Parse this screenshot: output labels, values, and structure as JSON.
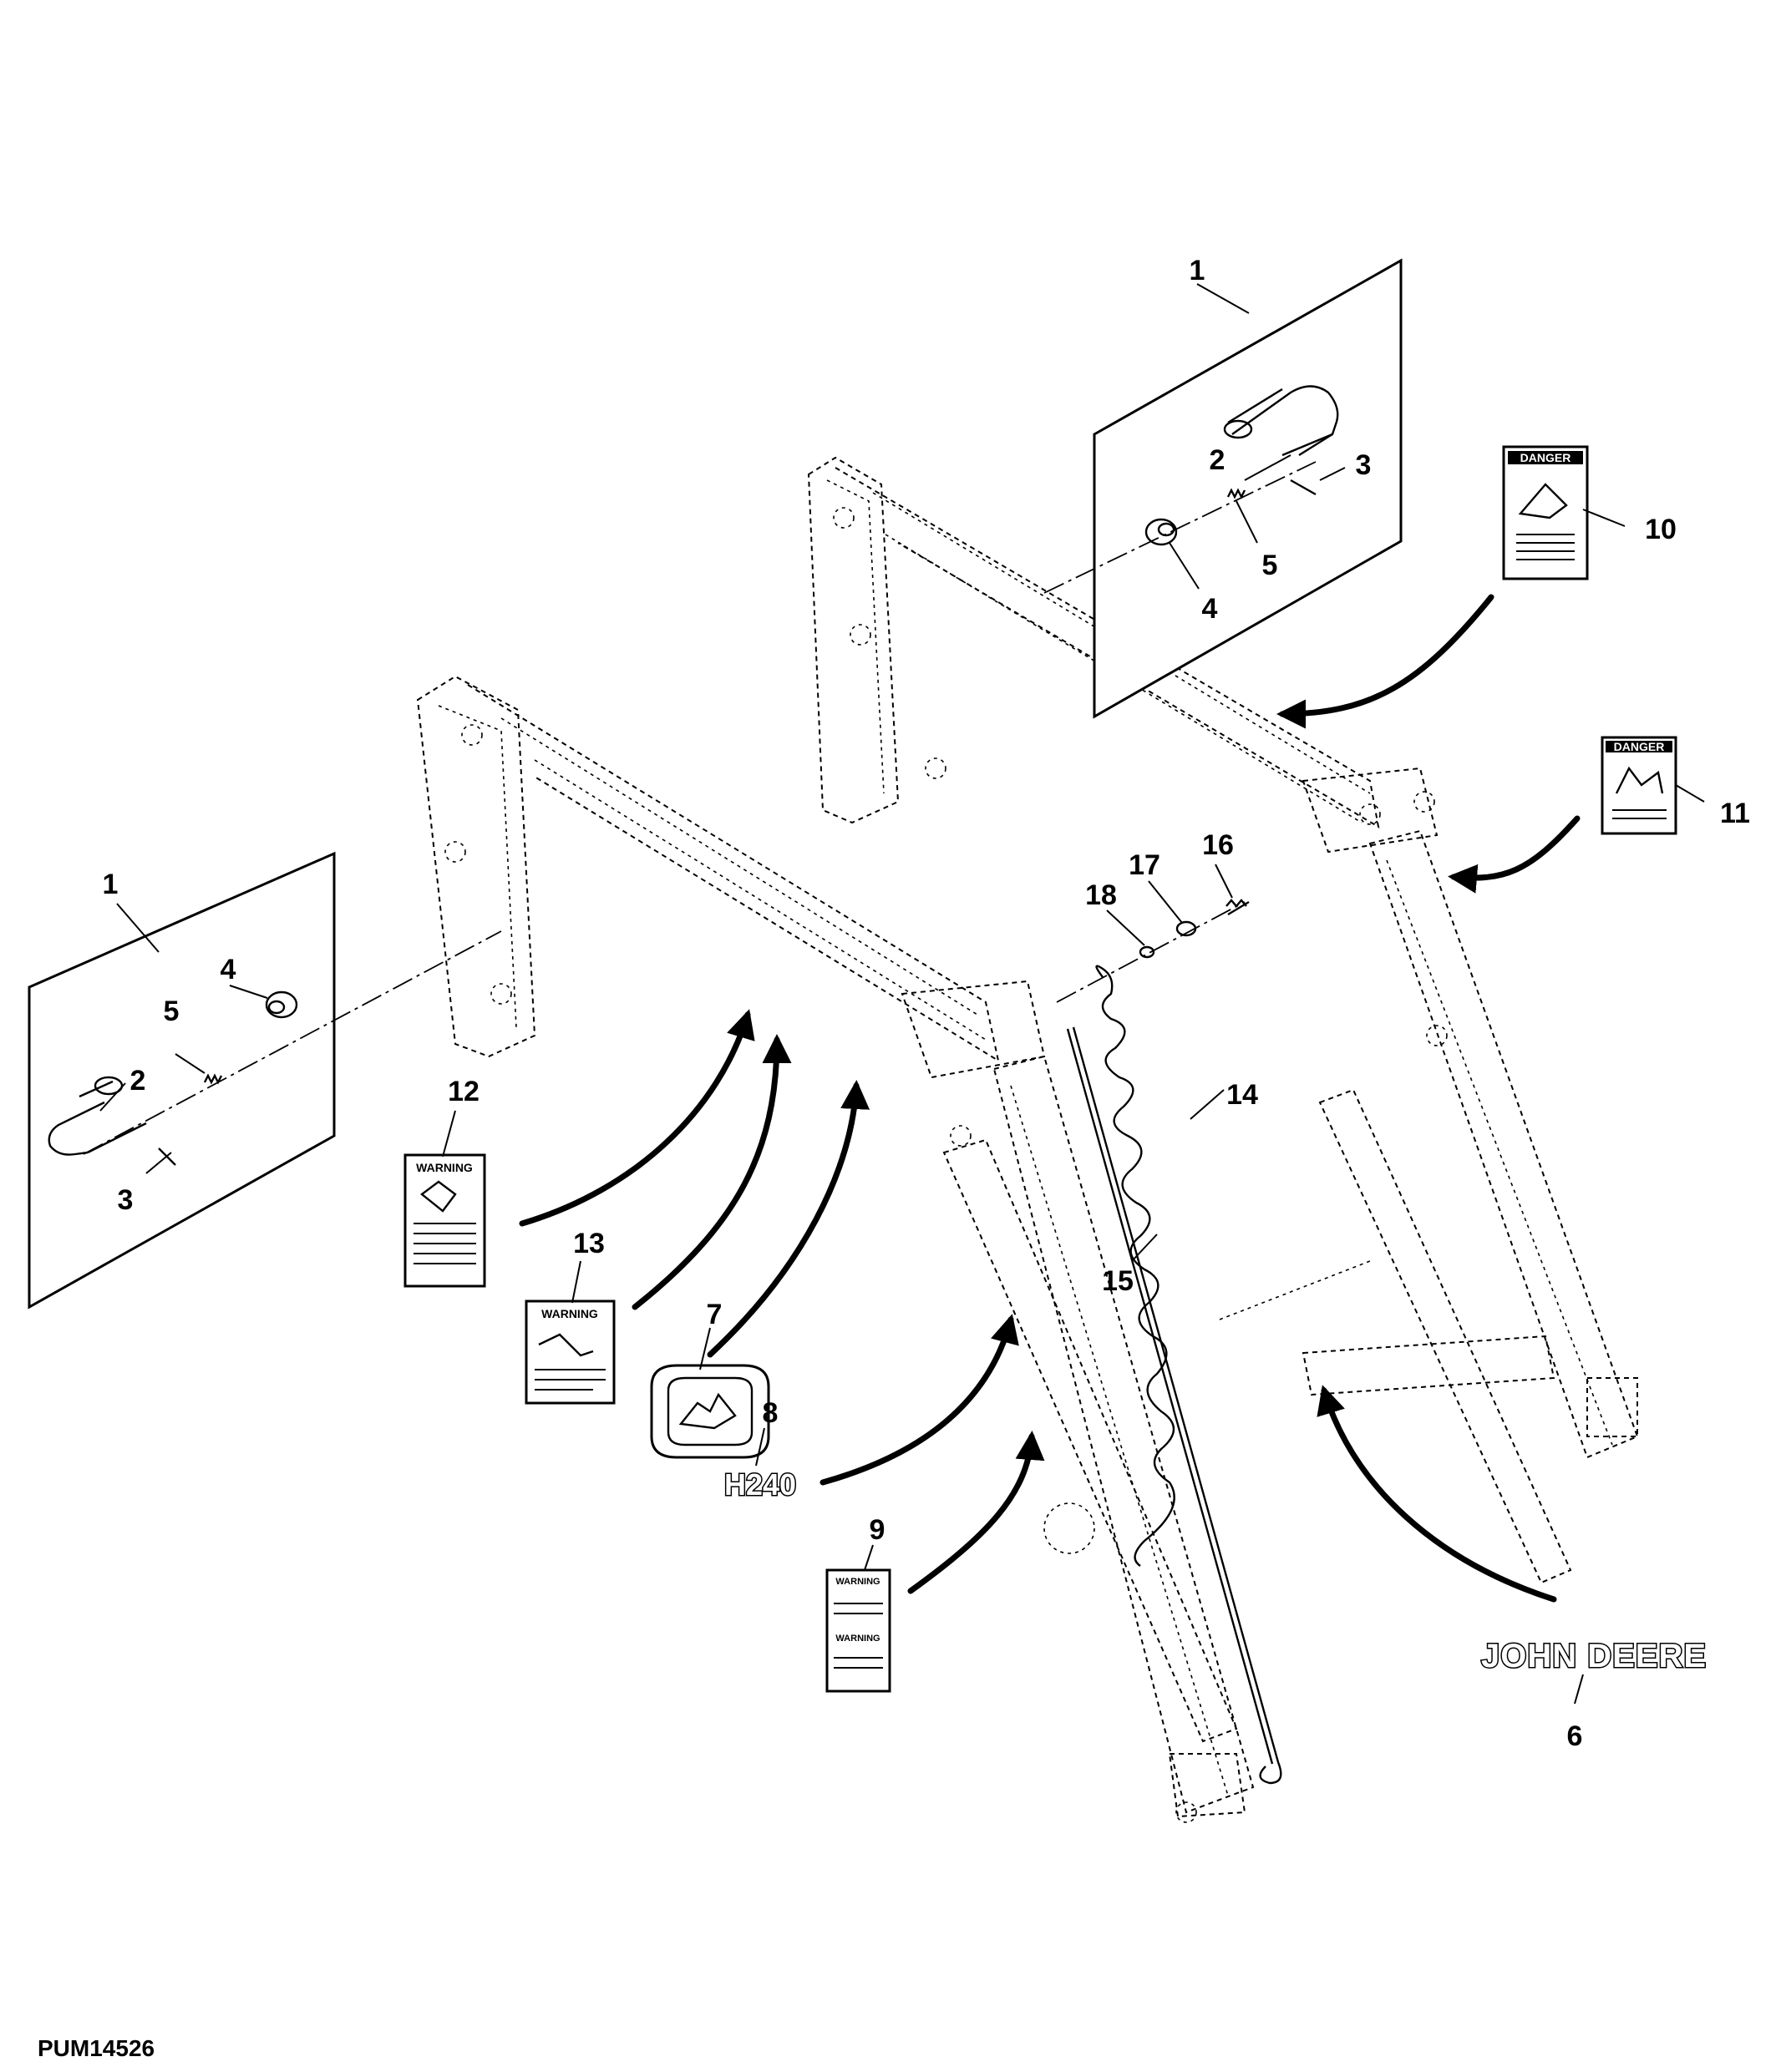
{
  "callouts": {
    "c1_right": "1",
    "c2_right": "2",
    "c3_right": "3",
    "c4_right": "4",
    "c5_right": "5",
    "c1_left": "1",
    "c2_left": "2",
    "c3_left": "3",
    "c4_left": "4",
    "c5_left": "5",
    "c6": "6",
    "c7": "7",
    "c8": "8",
    "c9": "9",
    "c10": "10",
    "c11": "11",
    "c12": "12",
    "c13": "13",
    "c14": "14",
    "c15": "15",
    "c16": "16",
    "c17": "17",
    "c18": "18"
  },
  "decals": {
    "d10": "DANGER",
    "d11": "DANGER",
    "d12": "WARNING",
    "d13": "WARNING",
    "d9_top": "WARNING",
    "d9_bottom": "WARNING"
  },
  "brand": {
    "john_deere": "JOHN DEERE",
    "model": "H240"
  },
  "figure_id": "PUM14526"
}
